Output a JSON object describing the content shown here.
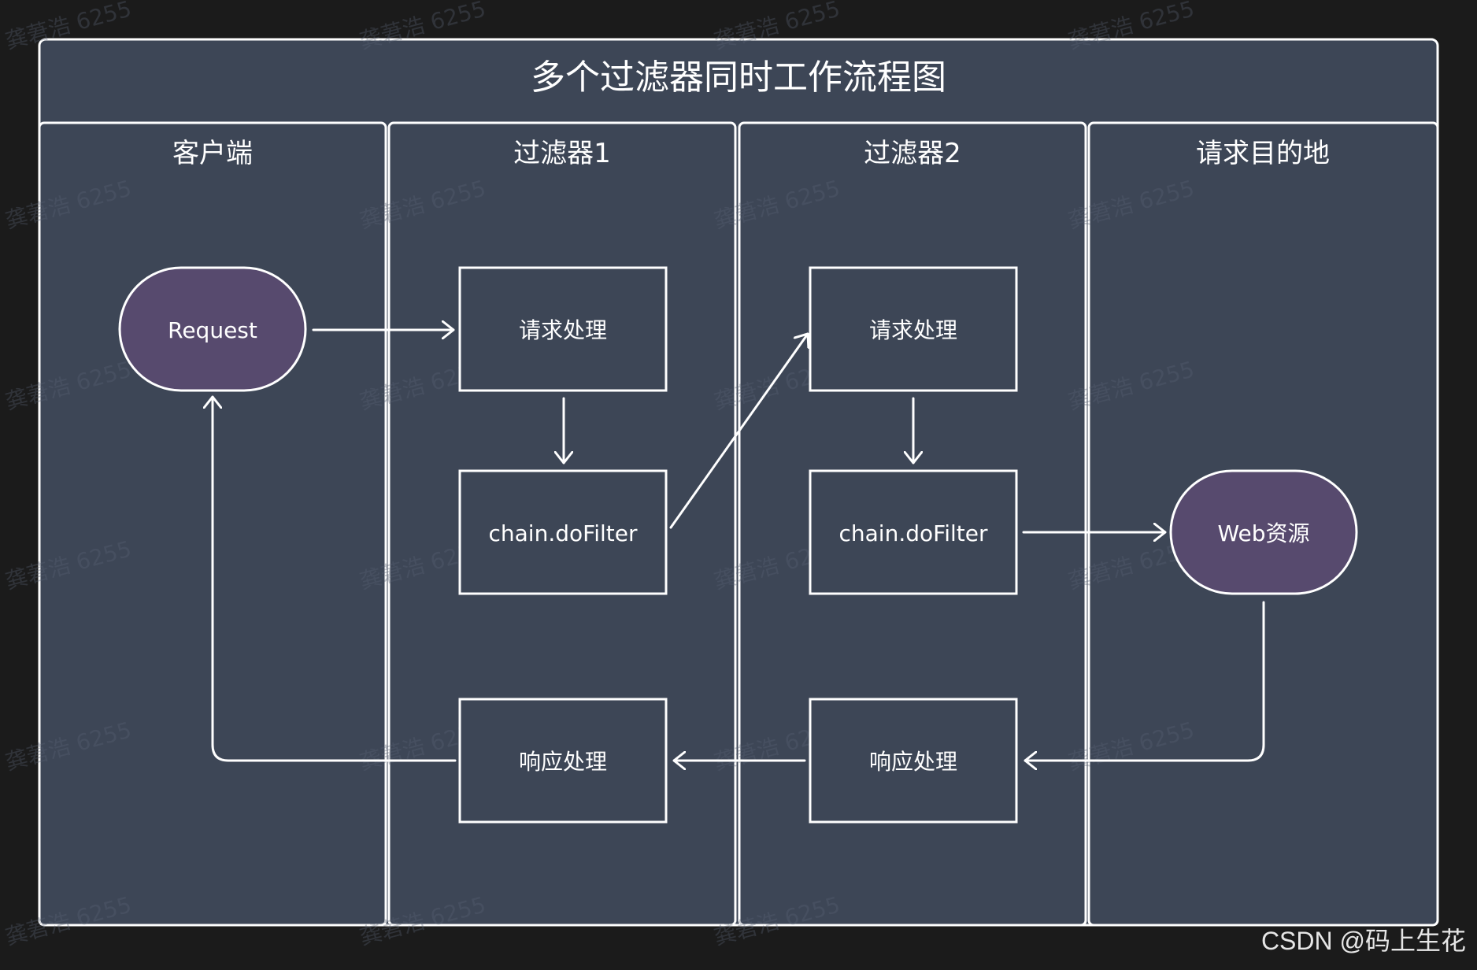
{
  "diagram": {
    "title": "多个过滤器同时工作流程图",
    "lanes": [
      "客户端",
      "过滤器1",
      "过滤器2",
      "请求目的地"
    ],
    "nodes": {
      "request": "Request",
      "f1_request": "请求处理",
      "f1_chain": "chain.doFilter",
      "f1_response": "响应处理",
      "f2_request": "请求处理",
      "f2_chain": "chain.doFilter",
      "f2_response": "响应处理",
      "web": "Web资源"
    },
    "edges": [
      {
        "from": "request",
        "to": "f1_request"
      },
      {
        "from": "f1_request",
        "to": "f1_chain"
      },
      {
        "from": "f1_chain",
        "to": "f2_request"
      },
      {
        "from": "f2_request",
        "to": "f2_chain"
      },
      {
        "from": "f2_chain",
        "to": "web"
      },
      {
        "from": "web",
        "to": "f2_response"
      },
      {
        "from": "f2_response",
        "to": "f1_response"
      },
      {
        "from": "f1_response",
        "to": "request"
      }
    ],
    "watermark": "龚莙浩 6255",
    "colors": {
      "lane": "#3d4656",
      "terminal": "#574a6e",
      "stroke": "#ffffff",
      "background": "#1b1b1b"
    }
  },
  "footer": {
    "credit": "CSDN @码上生花"
  }
}
